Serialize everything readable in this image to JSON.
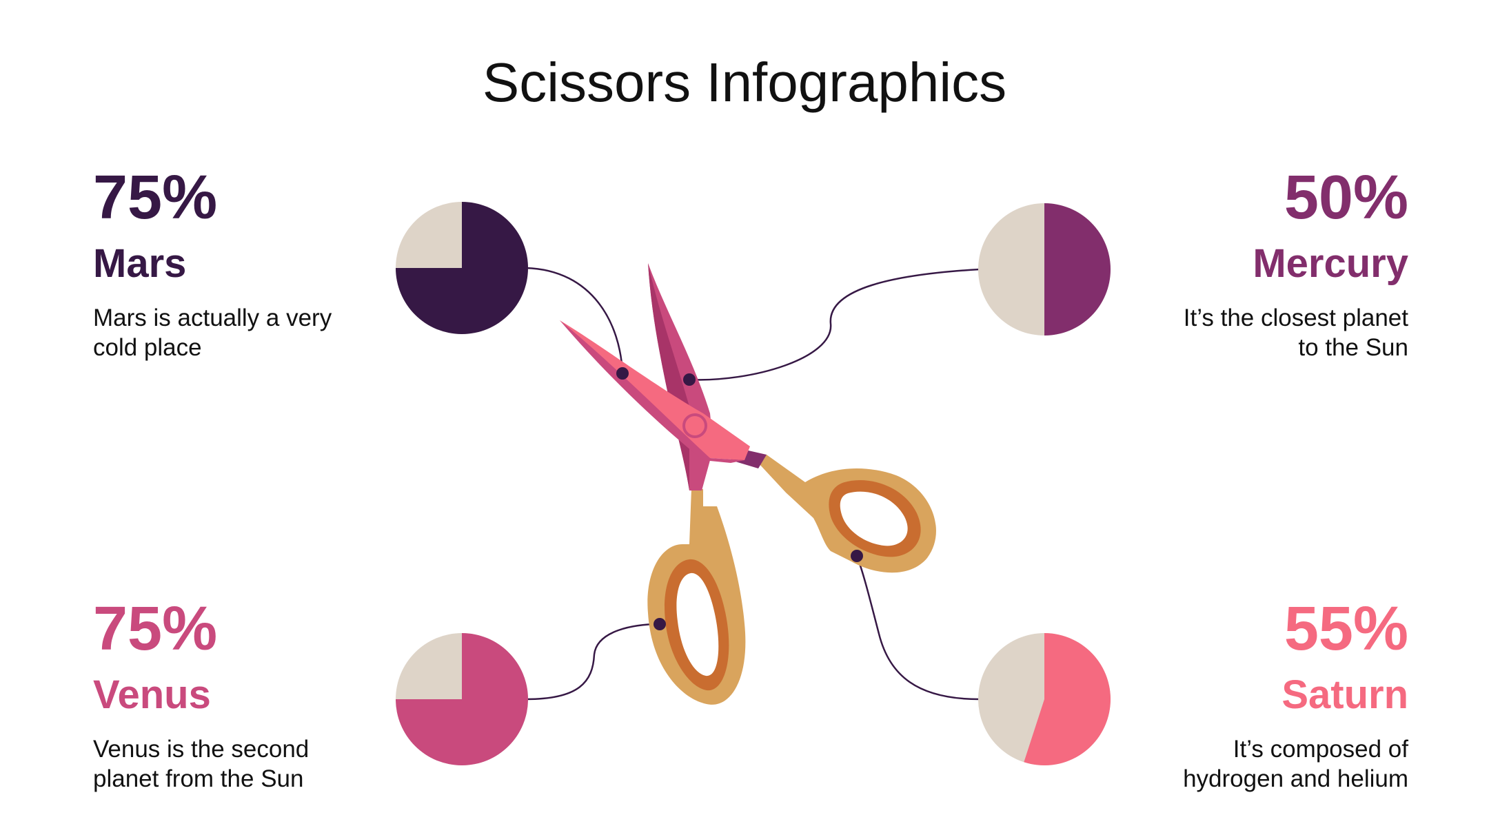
{
  "title": "Scissors Infographics",
  "colors": {
    "track": "#ded4c8",
    "mars": "#361845",
    "mercury": "#822e6c",
    "venus": "#c94a7d",
    "saturn": "#f56a80",
    "handle": "#d9a45d",
    "handle_ring": "#c96d30",
    "blade_light": "#f56a80",
    "blade_dark": "#c94a7d",
    "connector": "#361845"
  },
  "items": [
    {
      "id": "mars",
      "percent_label": "75%",
      "percent": 75,
      "name": "Mars",
      "desc_lines": [
        "Mars is actually a very",
        "cold place"
      ]
    },
    {
      "id": "mercury",
      "percent_label": "50%",
      "percent": 50,
      "name": "Mercury",
      "desc_lines": [
        "It’s the closest planet",
        "to the Sun"
      ]
    },
    {
      "id": "venus",
      "percent_label": "75%",
      "percent": 75,
      "name": "Venus",
      "desc_lines": [
        "Venus is the second",
        "planet from the Sun"
      ]
    },
    {
      "id": "saturn",
      "percent_label": "55%",
      "percent": 55,
      "name": "Saturn",
      "desc_lines": [
        "It’s composed of",
        "hydrogen and helium"
      ]
    }
  ]
}
